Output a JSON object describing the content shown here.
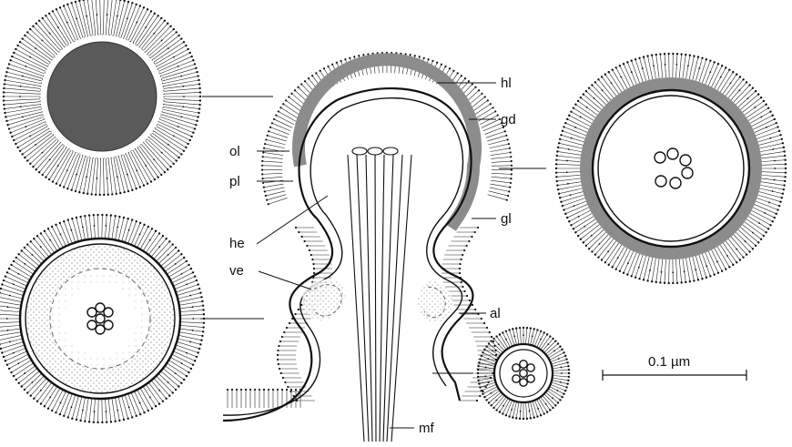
{
  "labels": {
    "hl": "hl",
    "gd": "gd",
    "ol": "ol",
    "pl": "pl",
    "gl": "gl",
    "he": "he",
    "ve": "ve",
    "al": "al",
    "mf": "mf"
  },
  "scale_bar": {
    "label": "0.1 µm"
  },
  "colors": {
    "ink": "#111111",
    "dense_core": "#5a5a5a",
    "stipple": "#9a9a9a",
    "band": "#8c8c8c"
  }
}
